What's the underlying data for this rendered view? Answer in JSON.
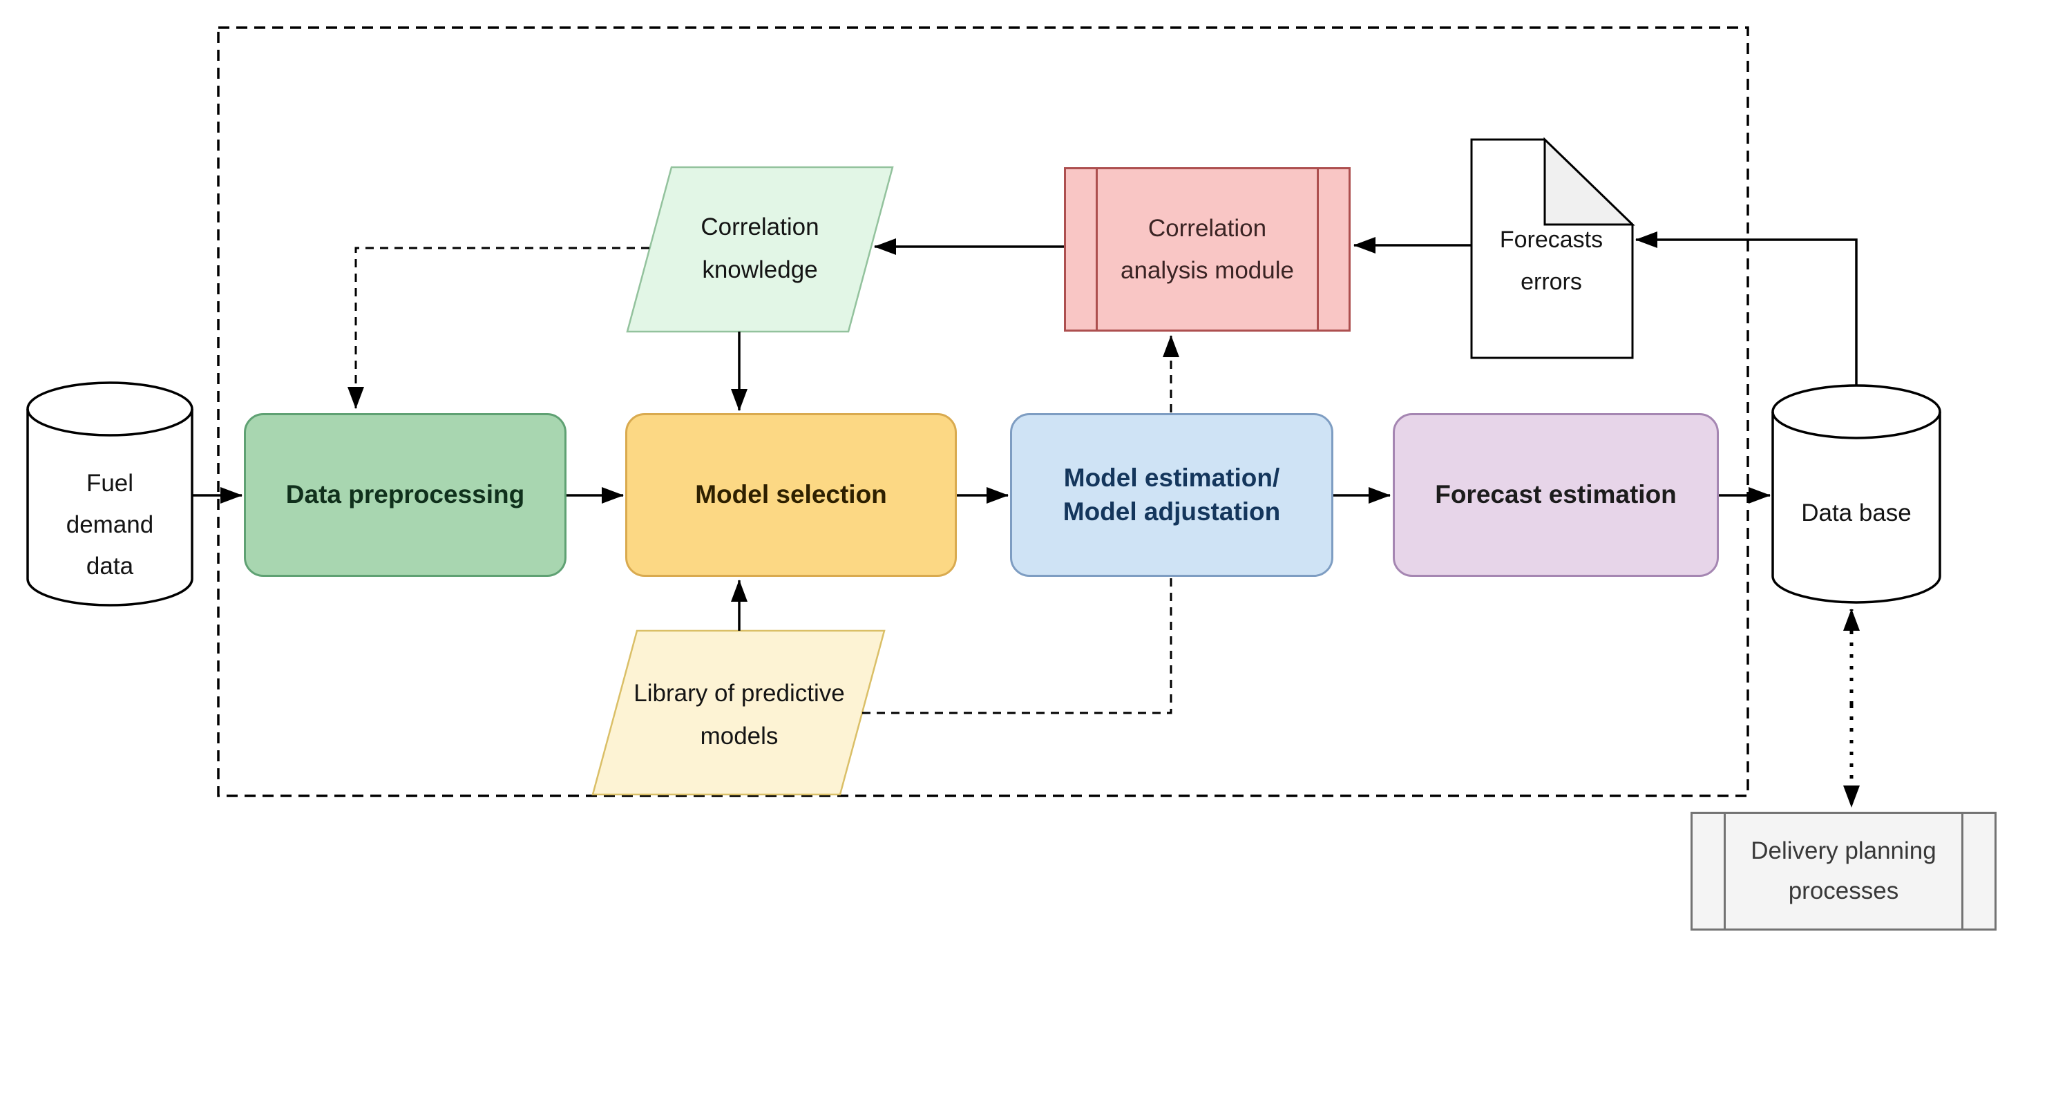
{
  "diagram_nodes": {
    "fuel_demand_data": {
      "lines": [
        "Fuel",
        "demand",
        "data"
      ]
    },
    "data_preprocessing": {
      "label": "Data preprocessing"
    },
    "model_selection": {
      "label": "Model selection"
    },
    "model_estimation": {
      "lines": [
        "Model estimation/",
        "Model adjustation"
      ]
    },
    "forecast_estimation": {
      "label": "Forecast estimation"
    },
    "data_base": {
      "label": "Data base"
    },
    "correlation_knowledge": {
      "lines": [
        "Correlation",
        "knowledge"
      ]
    },
    "correlation_analysis_module": {
      "lines": [
        "Correlation",
        "analysis module"
      ]
    },
    "forecasts_errors": {
      "lines": [
        "Forecasts",
        "errors"
      ]
    },
    "library_of_predictive_models": {
      "lines": [
        "Library of predictive",
        "models"
      ]
    },
    "delivery_planning_processes": {
      "lines": [
        "Delivery planning",
        "processes"
      ]
    }
  },
  "colors": {
    "line": "#000000",
    "green_fill": "#a8d6b0",
    "green_border": "#5fa173",
    "green_text": "#10301c",
    "orange_fill": "#fcd884",
    "orange_border": "#d9aa4f",
    "orange_text": "#2e2000",
    "blue_fill": "#cfe3f5",
    "blue_border": "#7e9dc2",
    "blue_text": "#14365c",
    "purple_fill": "#e7d5e9",
    "purple_border": "#a586b2",
    "purple_text": "#1c1c1c",
    "knowledge_fill": "#e2f6e6",
    "knowledge_border": "#93c29d",
    "library_fill": "#fdf3d4",
    "library_border": "#dabf67",
    "red_fill": "#f9c6c5",
    "red_border": "#ad4f4f",
    "red_text": "#3a2424",
    "gray_fill": "#f4f4f4",
    "gray_border": "#737373",
    "gray_text": "#383838",
    "doc_fold": "#f0f0f0",
    "shape_fill": "#ffffff"
  }
}
